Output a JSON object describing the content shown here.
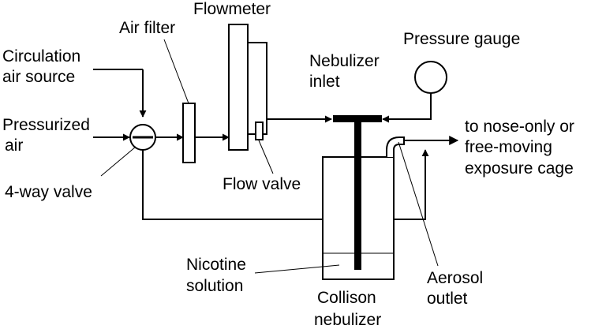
{
  "labels": {
    "flowmeter": "Flowmeter",
    "air_filter": "Air filter",
    "circulation_line1": "Circulation",
    "circulation_line2": "air source",
    "pressurized_line1": "Pressurized",
    "pressurized_line2": "air",
    "four_way_valve": "4-way valve",
    "flow_valve": "Flow valve",
    "nebulizer_inlet_line1": "Nebulizer",
    "nebulizer_inlet_line2": "inlet",
    "pressure_gauge": "Pressure gauge",
    "exposure_line1": "to nose-only or",
    "exposure_line2": "free-moving",
    "exposure_line3": "exposure cage",
    "aerosol_line1": "Aerosol",
    "aerosol_line2": "outlet",
    "nicotine_line1": "Nicotine",
    "nicotine_line2": "solution",
    "collison_line1": "Collison",
    "collison_line2": "nebulizer"
  }
}
